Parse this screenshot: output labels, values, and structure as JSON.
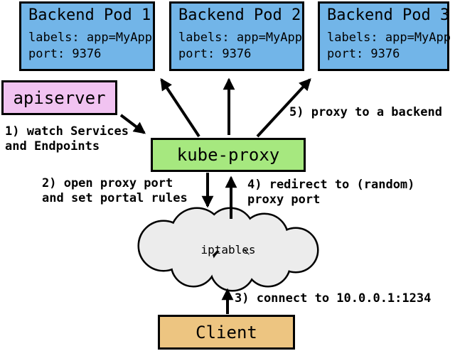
{
  "diagram_title": "kube-proxy userspace service proxy flow",
  "colors": {
    "pod_fill": "#72B5E8",
    "apiserver_fill": "#F1C3F1",
    "kube_proxy_fill": "#A6E87F",
    "client_fill": "#EDC581",
    "cloud_fill": "#ECECEC",
    "border": "#000000",
    "background": "#FFFFFF"
  },
  "nodes": {
    "pods": [
      {
        "title": "Backend Pod 1",
        "labels_line": "labels: app=MyApp",
        "port_line": "port: 9376"
      },
      {
        "title": "Backend Pod 2",
        "labels_line": "labels: app=MyApp",
        "port_line": "port: 9376"
      },
      {
        "title": "Backend Pod 3",
        "labels_line": "labels: app=MyApp",
        "port_line": "port: 9376"
      }
    ],
    "apiserver": {
      "label": "apiserver"
    },
    "kube_proxy": {
      "label": "kube-proxy"
    },
    "iptables": {
      "label": "iptables"
    },
    "client": {
      "label": "Client"
    }
  },
  "annotations": {
    "step1": {
      "lines": [
        "1) watch Services",
        "and Endpoints"
      ]
    },
    "step2": {
      "lines": [
        "2) open proxy port",
        "and set portal rules"
      ]
    },
    "step3": {
      "lines": [
        "3) connect to 10.0.0.1:1234"
      ]
    },
    "step4": {
      "lines": [
        "4) redirect to (random)",
        "proxy port"
      ]
    },
    "step5": {
      "lines": [
        "5) proxy to a backend"
      ]
    }
  },
  "edges": [
    {
      "from": "apiserver",
      "to": "kube-proxy",
      "step": "1"
    },
    {
      "from": "kube-proxy",
      "to": "iptables",
      "step": "2"
    },
    {
      "from": "client",
      "to": "iptables",
      "step": "3"
    },
    {
      "from": "iptables",
      "to": "kube-proxy",
      "step": "4"
    },
    {
      "from": "kube-proxy",
      "to": "backend-pod-1",
      "step": "5"
    },
    {
      "from": "kube-proxy",
      "to": "backend-pod-2",
      "step": "5"
    },
    {
      "from": "kube-proxy",
      "to": "backend-pod-3",
      "step": "5"
    }
  ]
}
